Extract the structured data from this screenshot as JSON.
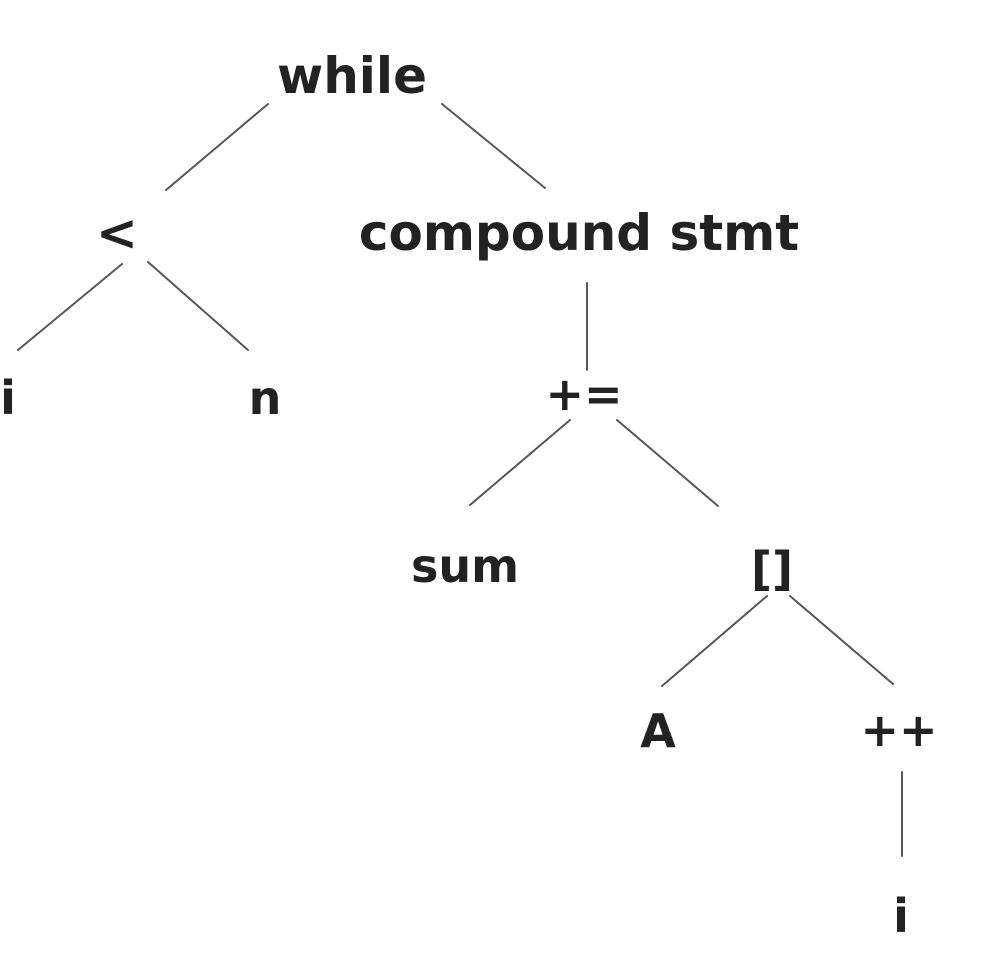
{
  "tree": {
    "nodes": {
      "while": "while",
      "less_than": "<",
      "compound_stmt": "compound stmt",
      "i_left": "i",
      "n": "n",
      "plus_assign": "+=",
      "sum": "sum",
      "subscript": "[]",
      "A": "A",
      "increment": "++",
      "i_bottom": "i"
    },
    "edges": [
      [
        "while",
        "less_than"
      ],
      [
        "while",
        "compound_stmt"
      ],
      [
        "less_than",
        "i_left"
      ],
      [
        "less_than",
        "n"
      ],
      [
        "compound_stmt",
        "plus_assign"
      ],
      [
        "plus_assign",
        "sum"
      ],
      [
        "plus_assign",
        "subscript"
      ],
      [
        "subscript",
        "A"
      ],
      [
        "subscript",
        "increment"
      ],
      [
        "increment",
        "i_bottom"
      ]
    ]
  }
}
